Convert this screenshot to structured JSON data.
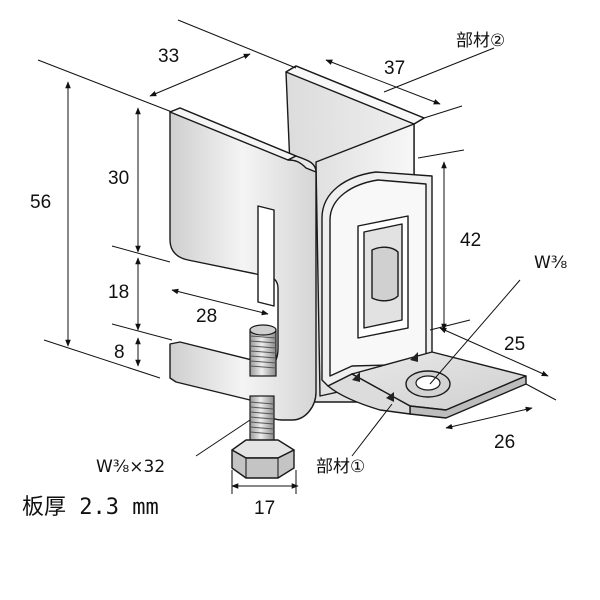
{
  "dimensions": {
    "d33": "33",
    "d37": "37",
    "d56": "56",
    "d30": "30",
    "d18": "18",
    "d8": "8",
    "d28": "28",
    "d42": "42",
    "d25": "25",
    "d26": "26",
    "d17": "17"
  },
  "parts": {
    "part2": "部材②",
    "part1": "部材①"
  },
  "bolts": {
    "top_bolt": "W⅜",
    "bottom_bolt": "W⅜×32"
  },
  "plate_thickness": "板厚 2.3 mm",
  "colors": {
    "steel_light": "#f2f2f2",
    "steel_mid": "#d9d9d9",
    "steel_dark": "#bdbdbd",
    "line": "#111111"
  }
}
